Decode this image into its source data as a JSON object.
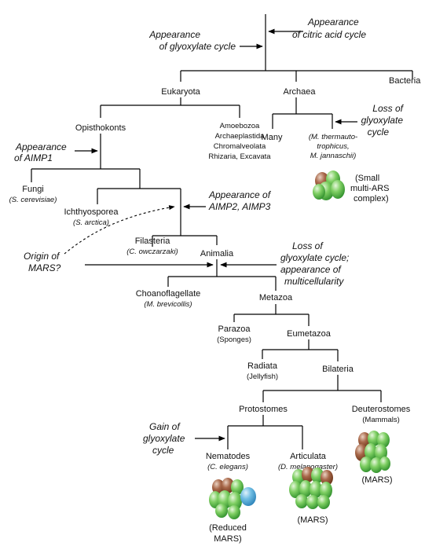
{
  "nodes": {
    "bacteria": "Bacteria",
    "eukaryota": "Eukaryota",
    "archaea": "Archaea",
    "opisthokonts": "Opisthokonts",
    "many": "Many",
    "methano_l1": "(M. thermauto-",
    "methano_l2": "trophicus,",
    "methano_l3": "M. jannaschii)",
    "other_euk_l1": "Amoebozoa",
    "other_euk_l2": "Archaeplastida",
    "other_euk_l3": "Chromalveolata",
    "other_euk_l4": "Rhizaria, Excavata",
    "fungi": "Fungi",
    "fungi_sp": "(S. cerevisiae)",
    "ichthyosporea": "Ichthyosporea",
    "ichthyosporea_sp": "(S. arctica)",
    "filasteria": "Filasteria",
    "filasteria_sp": "(C. owczarzaki)",
    "animalia": "Animalia",
    "choanoflagellate": "Choanoflagellate",
    "choanoflagellate_sp": "(M. brevicollis)",
    "metazoa": "Metazoa",
    "parazoa": "Parazoa",
    "parazoa_sp": "(Sponges)",
    "eumetazoa": "Eumetazoa",
    "radiata": "Radiata",
    "radiata_sp": "(Jellyfish)",
    "bilateria": "Bilateria",
    "protostomes": "Protostomes",
    "deuterostomes": "Deuterostomes",
    "deuterostomes_sp": "(Mammals)",
    "nematodes": "Nematodes",
    "nematodes_sp": "(C. elegans)",
    "articulata": "Articulata",
    "articulata_sp": "(D. melanogaster)"
  },
  "events": {
    "citric_l1": "Appearance",
    "citric_l2": "of citric acid cycle",
    "glyox_l1": "Appearance",
    "glyox_l2": "of glyoxylate cycle",
    "loss_arch_l1": "Loss of",
    "loss_arch_l2": "glyoxylate",
    "loss_arch_l3": "cycle",
    "aimp1_l1": "Appearance",
    "aimp1_l2": "of AIMP1",
    "aimp23_l1": "Appearance of",
    "aimp23_l2": "AIMP2, AIMP3",
    "mars_l1": "Origin of",
    "mars_l2": "MARS?",
    "loss_anim_l1": "Loss of",
    "loss_anim_l2": "glyoxylate cycle;",
    "loss_anim_l3": "appearance of",
    "loss_anim_l4": "multicellularity",
    "gain_l1": "Gain of",
    "gain_l2": "glyoxylate",
    "gain_l3": "cycle"
  },
  "complexes": {
    "small_l1": "(Small",
    "small_l2": "multi-ARS",
    "small_l3": "complex)",
    "reduced_l1": "(Reduced",
    "reduced_l2": "MARS)",
    "mars_articulata": "(MARS)",
    "mars_deuterostomes": "(MARS)"
  },
  "colors": {
    "green_light": "#b9e6a3",
    "green": "#5bbf4a",
    "green_dark": "#2e8b2e",
    "brown": "#8a4a2a",
    "brown_light": "#c79a7a",
    "blue": "#4aa6d6"
  }
}
